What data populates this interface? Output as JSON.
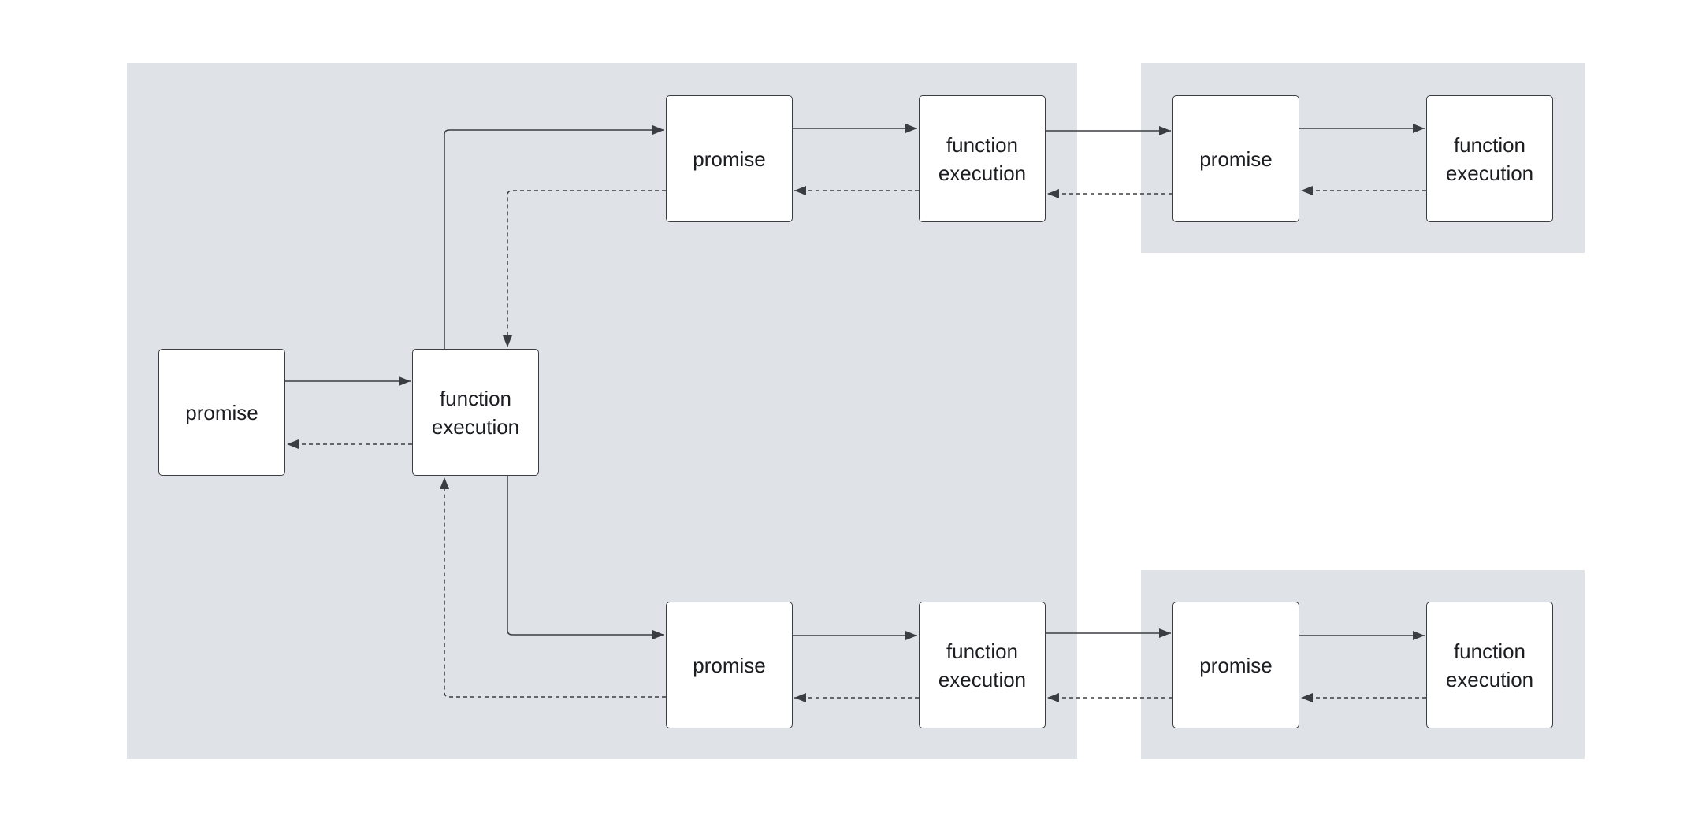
{
  "colors": {
    "region_fill": "#dfe2e7",
    "node_fill": "#ffffff",
    "stroke": "#3a3d42",
    "text": "#1b1d21"
  },
  "regions": [
    {
      "id": "main-region"
    },
    {
      "id": "top-right-region"
    },
    {
      "id": "bottom-right-region"
    }
  ],
  "nodes": [
    {
      "id": "n-root-promise",
      "label": "promise"
    },
    {
      "id": "n-root-exec",
      "label": "function\nexecution"
    },
    {
      "id": "n-top-promise",
      "label": "promise"
    },
    {
      "id": "n-top-exec",
      "label": "function\nexecution"
    },
    {
      "id": "n-bottom-promise",
      "label": "promise"
    },
    {
      "id": "n-bottom-exec",
      "label": "function\nexecution"
    },
    {
      "id": "n-tr-promise",
      "label": "promise"
    },
    {
      "id": "n-tr-exec",
      "label": "function\nexecution"
    },
    {
      "id": "n-br-promise",
      "label": "promise"
    },
    {
      "id": "n-br-exec",
      "label": "function\nexecution"
    }
  ],
  "edges": [
    {
      "id": "e1",
      "from": "n-root-promise",
      "to": "n-root-exec",
      "style": "solid"
    },
    {
      "id": "e2",
      "from": "n-root-exec",
      "to": "n-root-promise",
      "style": "dashed"
    },
    {
      "id": "e3",
      "from": "n-root-exec",
      "to": "n-top-promise",
      "style": "solid"
    },
    {
      "id": "e4",
      "from": "n-top-promise",
      "to": "n-root-exec",
      "style": "dashed"
    },
    {
      "id": "e5",
      "from": "n-root-exec",
      "to": "n-bottom-promise",
      "style": "solid"
    },
    {
      "id": "e6",
      "from": "n-bottom-promise",
      "to": "n-root-exec",
      "style": "dashed"
    },
    {
      "id": "e7",
      "from": "n-top-promise",
      "to": "n-top-exec",
      "style": "solid"
    },
    {
      "id": "e8",
      "from": "n-top-exec",
      "to": "n-top-promise",
      "style": "dashed"
    },
    {
      "id": "e9",
      "from": "n-top-exec",
      "to": "n-tr-promise",
      "style": "solid"
    },
    {
      "id": "e10",
      "from": "n-tr-promise",
      "to": "n-top-exec",
      "style": "dashed"
    },
    {
      "id": "e11",
      "from": "n-tr-promise",
      "to": "n-tr-exec",
      "style": "solid"
    },
    {
      "id": "e12",
      "from": "n-tr-exec",
      "to": "n-tr-promise",
      "style": "dashed"
    },
    {
      "id": "e13",
      "from": "n-bottom-promise",
      "to": "n-bottom-exec",
      "style": "solid"
    },
    {
      "id": "e14",
      "from": "n-bottom-exec",
      "to": "n-bottom-promise",
      "style": "dashed"
    },
    {
      "id": "e15",
      "from": "n-bottom-exec",
      "to": "n-br-promise",
      "style": "solid"
    },
    {
      "id": "e16",
      "from": "n-br-promise",
      "to": "n-bottom-exec",
      "style": "dashed"
    },
    {
      "id": "e17",
      "from": "n-br-promise",
      "to": "n-br-exec",
      "style": "solid"
    },
    {
      "id": "e18",
      "from": "n-br-exec",
      "to": "n-br-promise",
      "style": "dashed"
    }
  ]
}
